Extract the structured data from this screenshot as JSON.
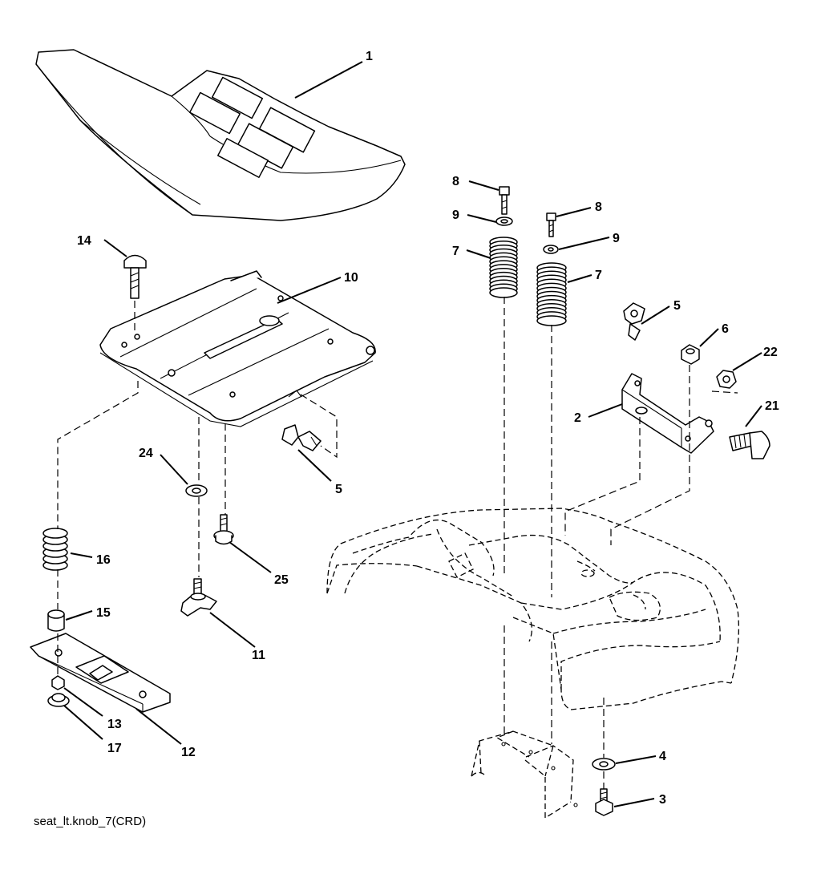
{
  "figure": {
    "code": "seat_lt.knob_7(CRD)"
  },
  "callouts": [
    {
      "id": "c1",
      "label": "1"
    },
    {
      "id": "c14",
      "label": "14"
    },
    {
      "id": "c10",
      "label": "10"
    },
    {
      "id": "c24",
      "label": "24"
    },
    {
      "id": "c5a",
      "label": "5"
    },
    {
      "id": "c16",
      "label": "16"
    },
    {
      "id": "c25",
      "label": "25"
    },
    {
      "id": "c15",
      "label": "15"
    },
    {
      "id": "c11",
      "label": "11"
    },
    {
      "id": "c13",
      "label": "13"
    },
    {
      "id": "c17",
      "label": "17"
    },
    {
      "id": "c12",
      "label": "12"
    },
    {
      "id": "c8a",
      "label": "8"
    },
    {
      "id": "c9a",
      "label": "9"
    },
    {
      "id": "c8b",
      "label": "8"
    },
    {
      "id": "c9b",
      "label": "9"
    },
    {
      "id": "c7a",
      "label": "7"
    },
    {
      "id": "c7b",
      "label": "7"
    },
    {
      "id": "c5b",
      "label": "5"
    },
    {
      "id": "c6",
      "label": "6"
    },
    {
      "id": "c22",
      "label": "22"
    },
    {
      "id": "c2",
      "label": "2"
    },
    {
      "id": "c21",
      "label": "21"
    },
    {
      "id": "c4",
      "label": "4"
    },
    {
      "id": "c3",
      "label": "3"
    }
  ]
}
